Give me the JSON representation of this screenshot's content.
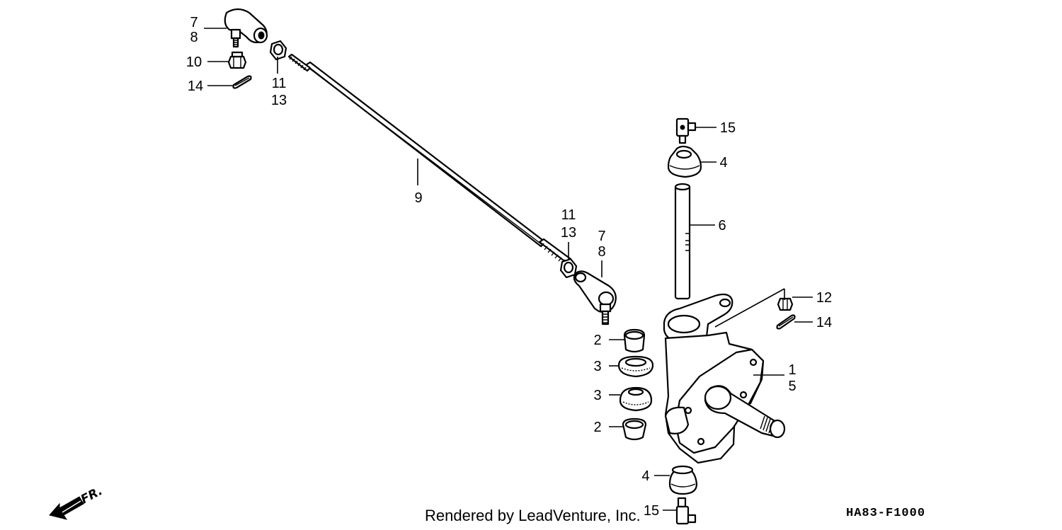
{
  "callouts": {
    "c7_top": "7",
    "c8_top": "8",
    "c10": "10",
    "c14_top": "14",
    "c11_top": "11",
    "c13_top": "13",
    "c9": "9",
    "c11_mid": "11",
    "c13_mid": "13",
    "c7_mid": "7",
    "c8_mid": "8",
    "c15_top": "15",
    "c4_top": "4",
    "c6": "6",
    "c12": "12",
    "c14_right": "14",
    "c2_upper": "2",
    "c3_upper": "3",
    "c3_lower": "3",
    "c2_lower": "2",
    "c1": "1",
    "c5": "5",
    "c4_bottom": "4",
    "c15_bottom": "15"
  },
  "direction_label": "FR.",
  "credit": "Rendered by LeadVenture, Inc.",
  "drawing_code": "HA83-F1000"
}
